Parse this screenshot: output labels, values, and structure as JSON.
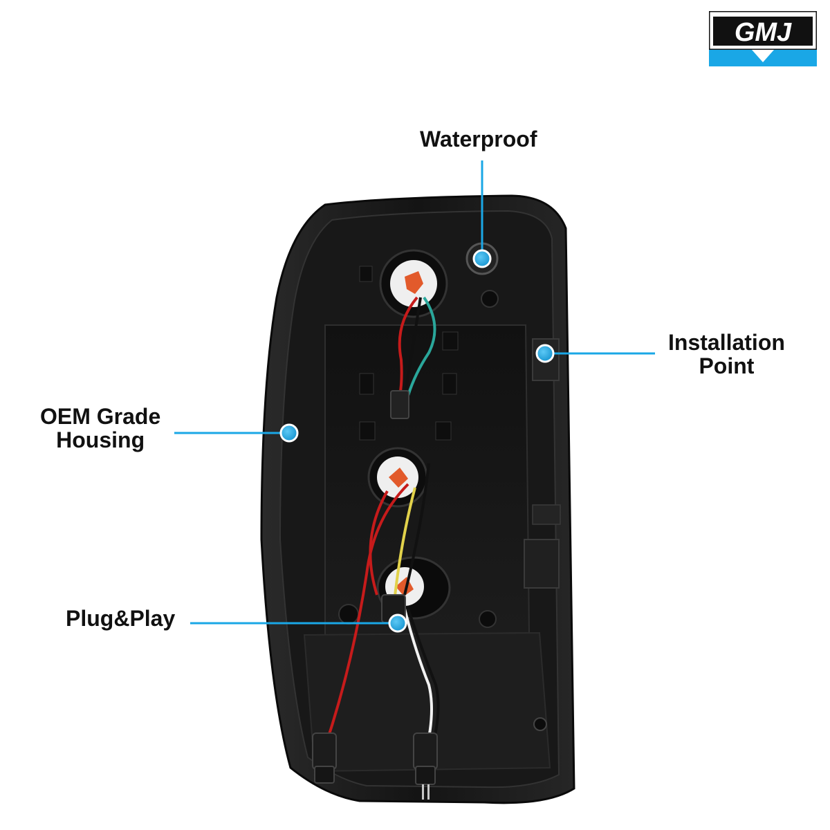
{
  "brand": {
    "logo_text": "GMJ",
    "colors": {
      "dark": "#111111",
      "accent": "#1aa7e6"
    }
  },
  "callouts": {
    "waterproof": {
      "line1": "Waterproof"
    },
    "installation_point": {
      "line1": "Installation",
      "line2": "Point"
    },
    "oem_housing": {
      "line1": "OEM Grade",
      "line2": "Housing"
    },
    "plug_play": {
      "line1": "Plug&Play"
    }
  },
  "colors": {
    "callout_line": "#1aa7e6",
    "callout_dot": "#1aa7e6",
    "housing": "#1a1a1a"
  }
}
